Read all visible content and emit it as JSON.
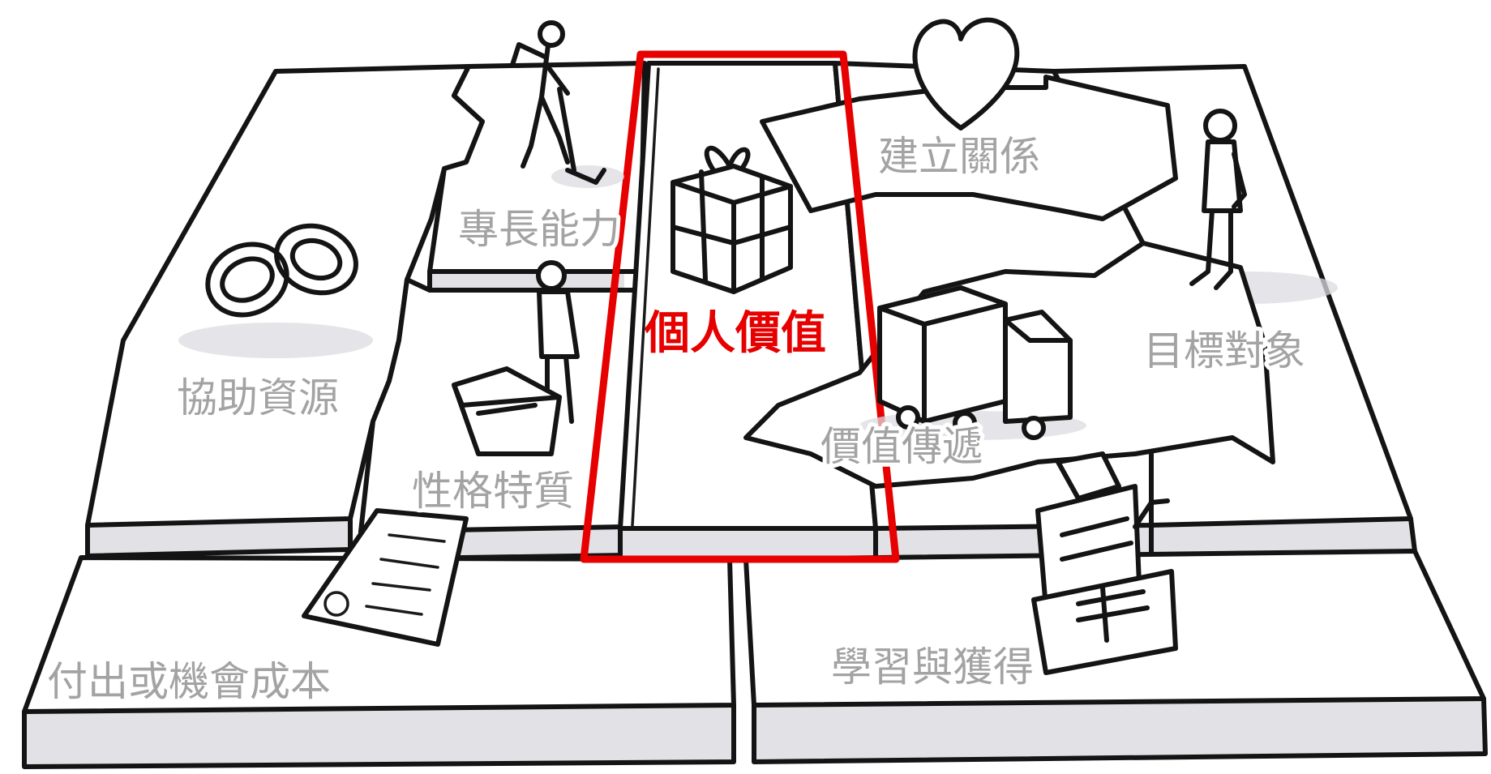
{
  "labels": {
    "key_resources": "協助資源",
    "key_activities": "專長能力",
    "personality": "性格特質",
    "value_proposition": "個人價值",
    "relationships": "建立關係",
    "channels": "價值傳遞",
    "customers": "目標對象",
    "costs": "付出或機會成本",
    "revenue": "學習與獲得"
  },
  "colors": {
    "highlight": "#e60000",
    "label": "#a3a3a3",
    "ink": "#141414",
    "side": "#e2e1e5"
  },
  "icons": {
    "key_resources": "chain-link-icon",
    "key_activities": "digging-person-icon",
    "personality": "person-with-box-icon",
    "value_proposition": "gift-box-icon",
    "relationships": "heart-icon",
    "channels": "delivery-truck-icon",
    "customers": "standing-person-icon",
    "costs": "bill-document-icon",
    "revenue": "cash-register-icon"
  }
}
